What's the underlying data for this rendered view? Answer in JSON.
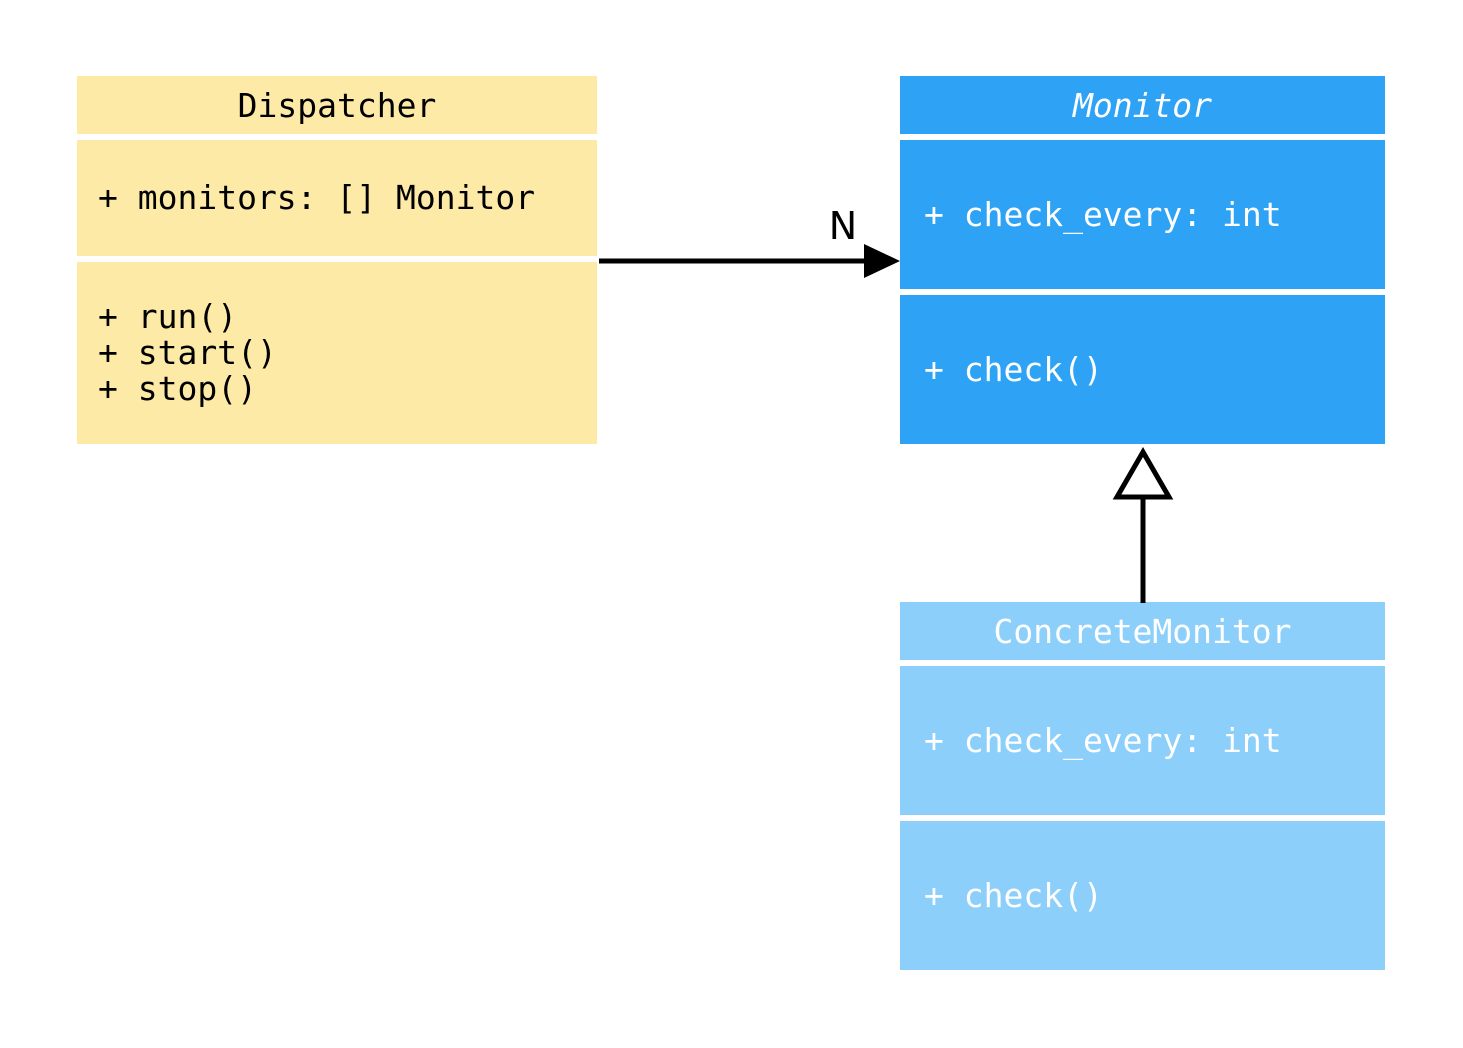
{
  "diagram": {
    "type": "uml-class-diagram",
    "background": "#FFFFFF",
    "classes": [
      {
        "name": "Dispatcher",
        "abstract": false,
        "fill": "#FCEAA6",
        "text_color": "#000000",
        "attributes": [
          "+ monitors: [] Monitor"
        ],
        "methods": [
          "+ run()",
          "+ start()",
          "+ stop()"
        ]
      },
      {
        "name": "Monitor",
        "abstract": true,
        "fill": "#2EA3F5",
        "text_color": "#FFFFFF",
        "attributes": [
          "+ check_every: int"
        ],
        "methods": [
          "+ check()"
        ]
      },
      {
        "name": "ConcreteMonitor",
        "abstract": false,
        "fill": "#8CCFFA",
        "text_color": "#FFFFFF",
        "attributes": [
          "+ check_every: int"
        ],
        "methods": [
          "+ check()"
        ]
      }
    ],
    "relations": [
      {
        "type": "association",
        "from": "Dispatcher",
        "to": "Monitor",
        "label": "N",
        "arrowhead": "filled-arrow",
        "color": "#000000"
      },
      {
        "type": "inheritance",
        "from": "ConcreteMonitor",
        "to": "Monitor",
        "label": "",
        "arrowhead": "hollow-triangle",
        "color": "#000000"
      }
    ]
  }
}
